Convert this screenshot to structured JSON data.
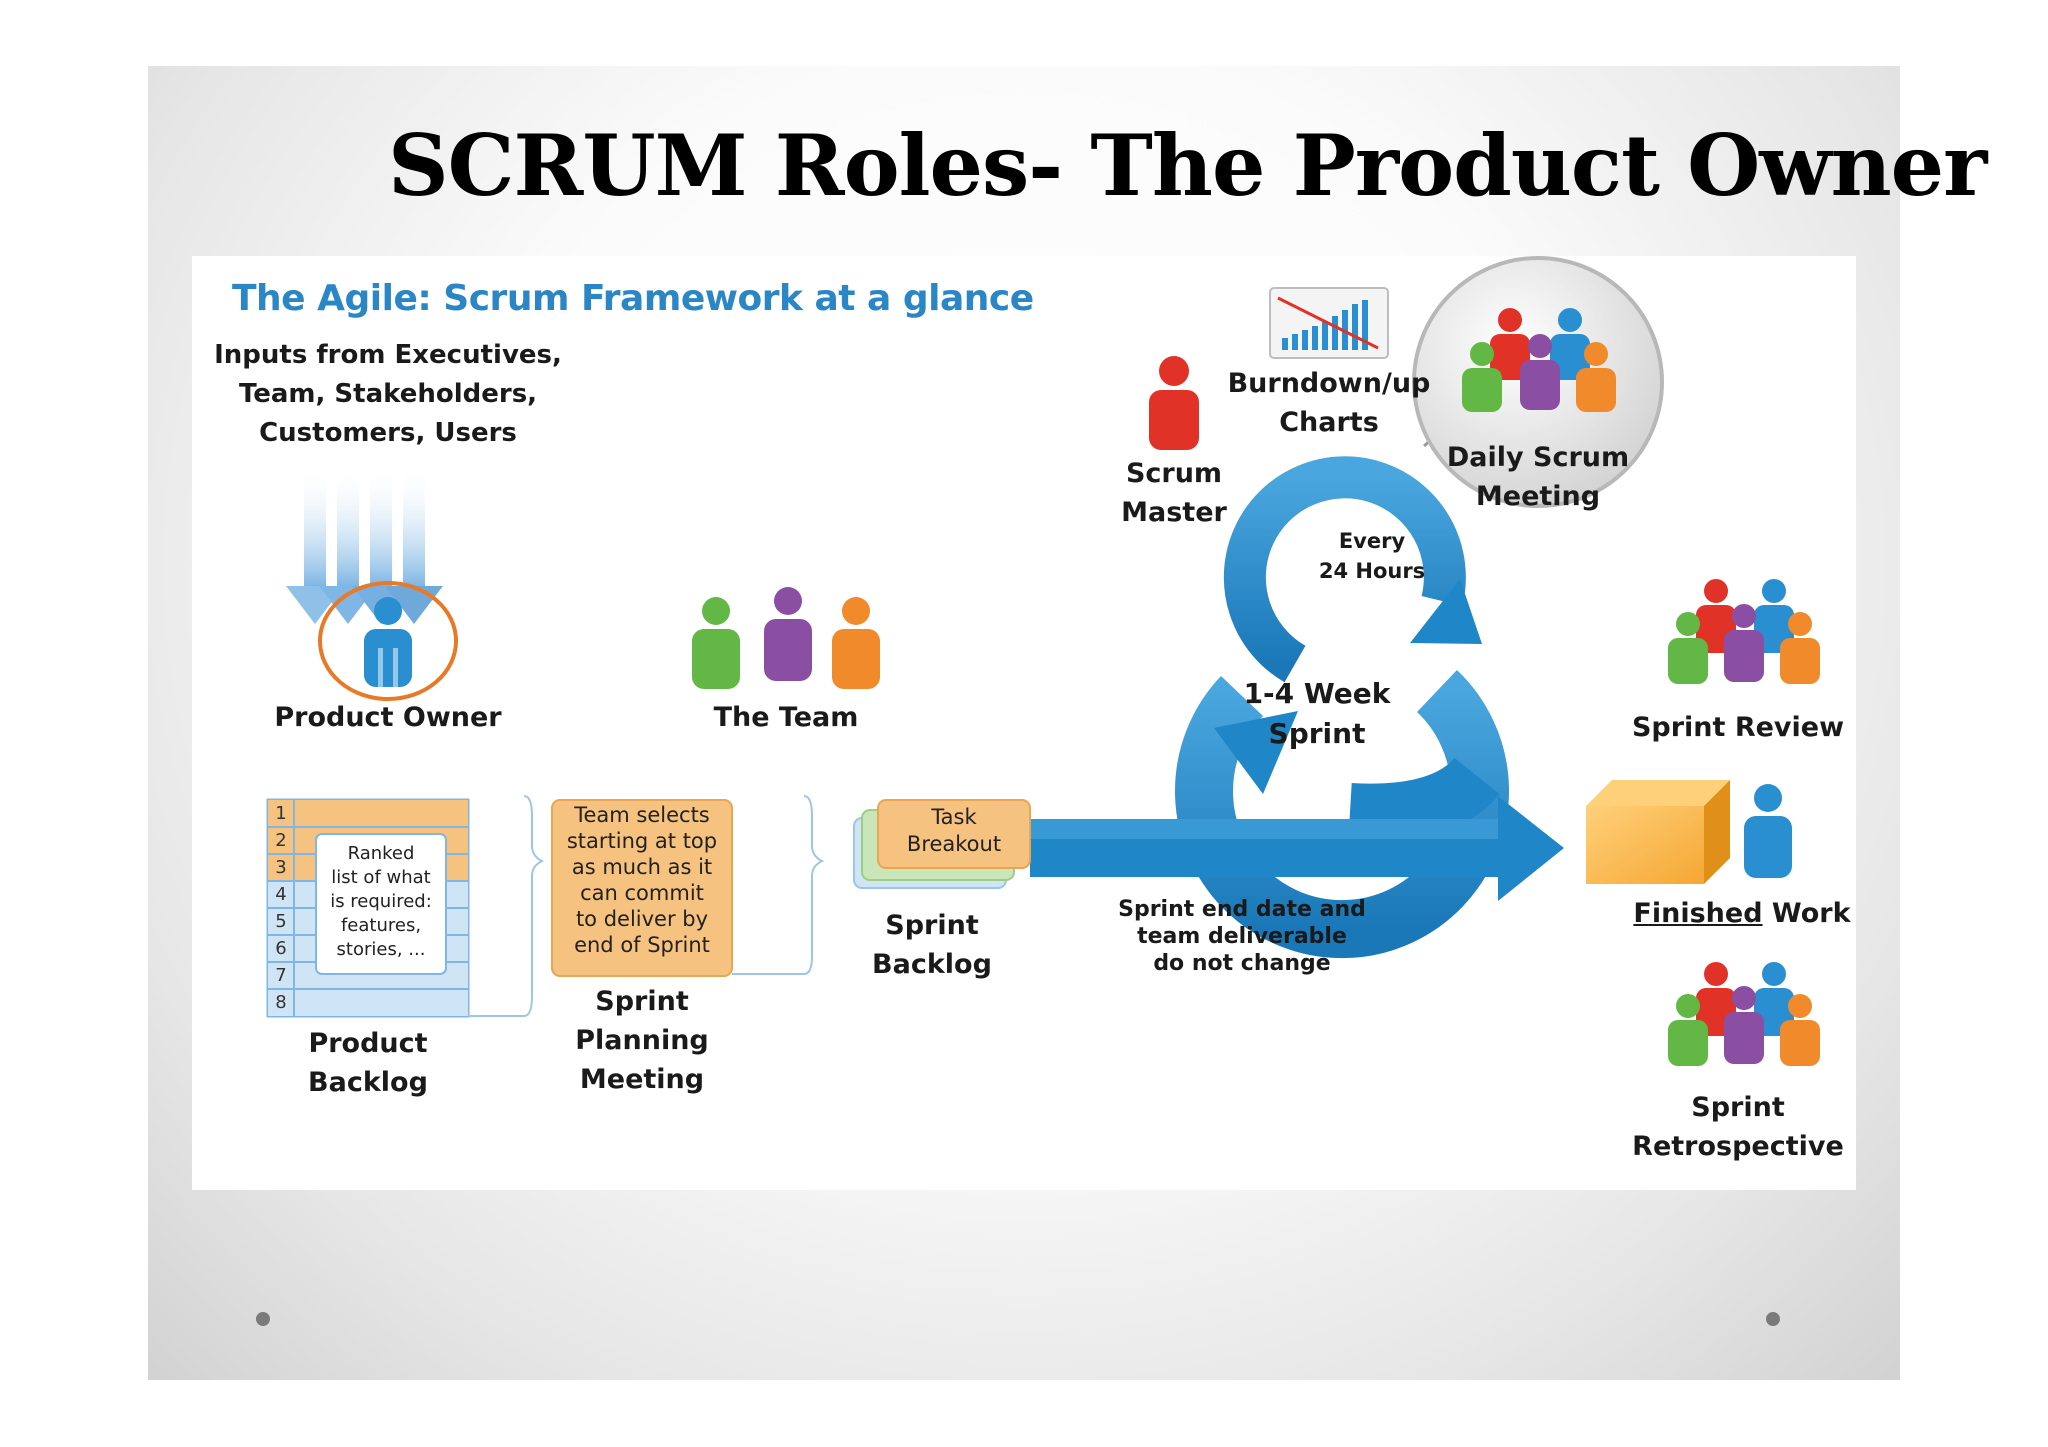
{
  "slide": {
    "title": "SCRUM Roles- The Product Owner"
  },
  "diagram": {
    "framework_title": "The Agile: Scrum Framework at a glance",
    "inputs_label": "Inputs from Executives,\nTeam, Stakeholders,\nCustomers, Users",
    "product_owner": "Product Owner",
    "the_team": "The Team",
    "scrum_master": "Scrum\nMaster",
    "burndown_charts": "Burndown/up\nCharts",
    "daily_scrum": "Daily Scrum\nMeeting",
    "every_24_hours": "Every\n24 Hours",
    "sprint_cycle": "1-4 Week\nSprint",
    "sprint_review": "Sprint Review",
    "finished_work_underlined": "Finished",
    "finished_work_rest": " Work",
    "sprint_retrospective": "Sprint\nRetrospective",
    "backlog_numbers": [
      "1",
      "2",
      "3",
      "4",
      "5",
      "6",
      "7",
      "8"
    ],
    "ranked_list": "Ranked\nlist of what\nis required:\nfeatures,\nstories, ...",
    "product_backlog": "Product\nBacklog",
    "team_selects": "Team selects\nstarting at top\nas much as it\ncan commit\nto deliver by\nend of Sprint",
    "sprint_planning": "Sprint\nPlanning\nMeeting",
    "task_breakout": "Task\nBreakout",
    "sprint_backlog": "Sprint\nBacklog",
    "sprint_end_note": "Sprint end date and\nteam deliverable\ndo not change"
  },
  "colors": {
    "title_blue": "#2a86c4",
    "arrow_blue": "#1f86c8",
    "orange_box": "#f6c27f",
    "backlog_blue": "#cfe4f5",
    "po_ring": "#e87a27",
    "person_red": "#e03227",
    "person_blue": "#2a8fd1",
    "person_green": "#63b845",
    "person_purple": "#8a4fa3",
    "person_orange": "#f08a2a"
  }
}
